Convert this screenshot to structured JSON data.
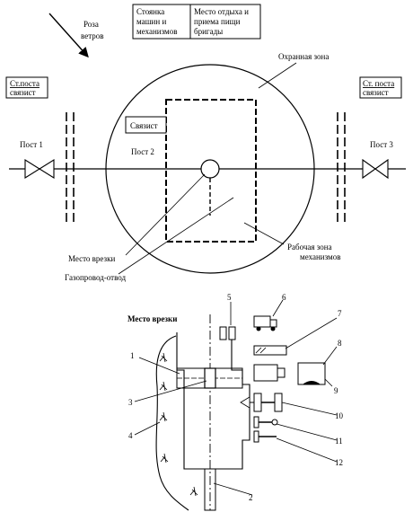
{
  "wind_rose": {
    "line1": "Роза",
    "line2": "ветров"
  },
  "legend": {
    "parking": [
      "Стоянка",
      "машин и",
      "механизмов"
    ],
    "rest": [
      "Место отдыха и",
      "приема пищи",
      "бригады"
    ]
  },
  "zones": {
    "protection": "Охранная зона",
    "work_line1": "Рабочая зона",
    "work_line2": "механизмов"
  },
  "posts": {
    "comm_left": [
      "Ст.поста",
      "связист"
    ],
    "comm_right": [
      "Ст. поста",
      "связист"
    ],
    "post1": "Пост 1",
    "post2": "Пост 2",
    "post3": "Пост 3",
    "signalman": "Связист"
  },
  "labels": {
    "cut_in_place": "Место врезки",
    "branch_pipeline": "Газопровод-отвод",
    "detail_title": "Место врезки"
  },
  "numbers": [
    "1",
    "2",
    "3",
    "4",
    "5",
    "6",
    "7",
    "8",
    "9",
    "10",
    "11",
    "12"
  ]
}
